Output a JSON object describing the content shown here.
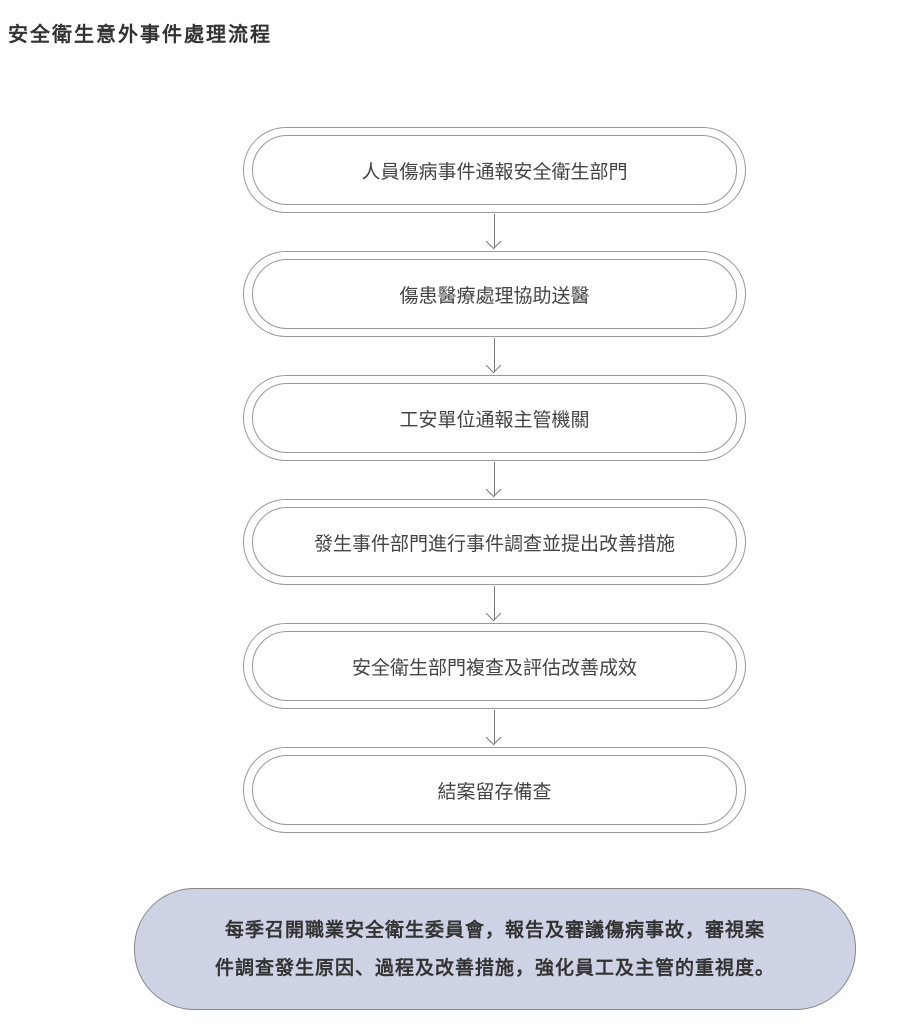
{
  "title": "安全衛生意外事件處理流程",
  "steps": [
    "人員傷病事件通報安全衛生部門",
    "傷患醫療處理協助送醫",
    "工安單位通報主管機關",
    "發生事件部門進行事件調查並提出改善措施",
    "安全衛生部門複查及評估改善成效",
    "結案留存備查"
  ],
  "note": {
    "line1": "每季召開職業安全衛生委員會，報告及審議傷病事故，審視案",
    "line2": "件調查發生原因、過程及改善措施，強化員工及主管的重視度。"
  },
  "colors": {
    "note_fill": "#cdd3e5",
    "border": "#999999"
  }
}
